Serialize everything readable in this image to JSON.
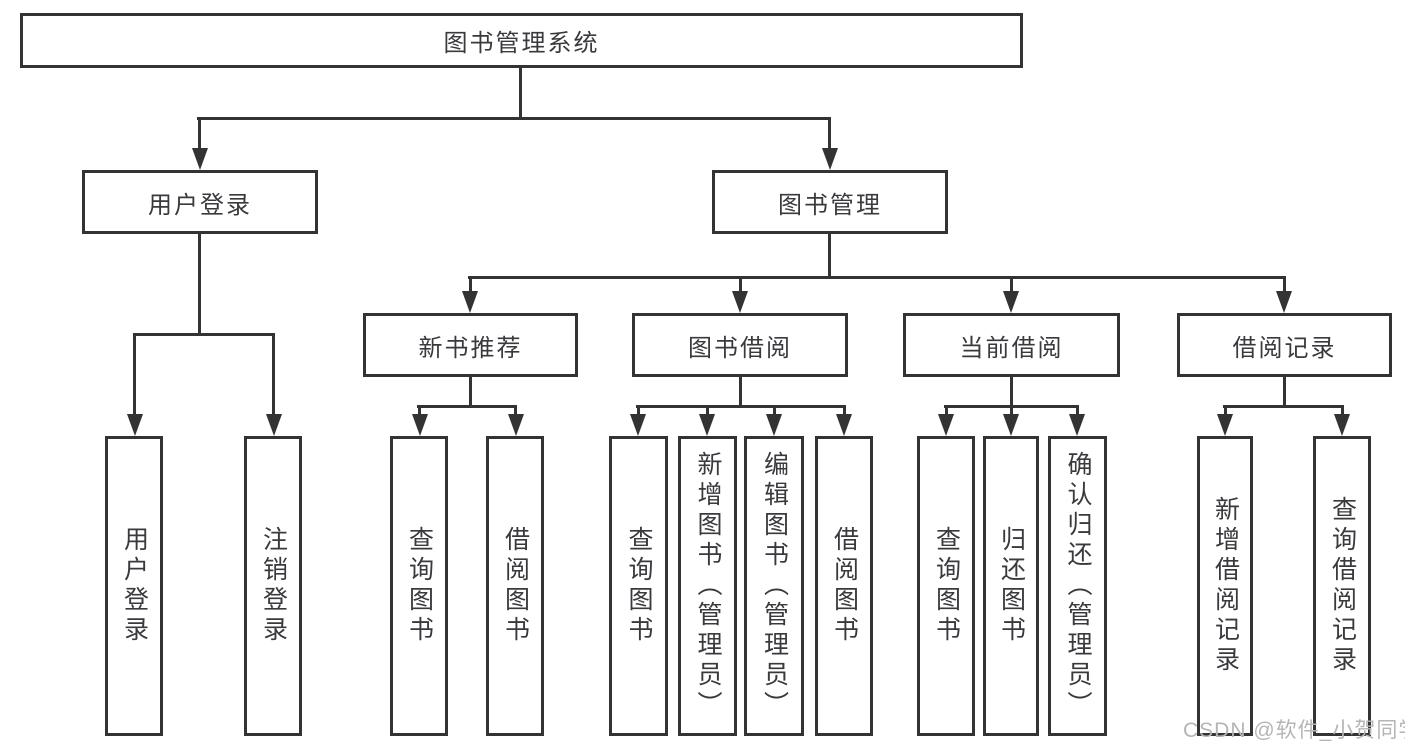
{
  "root": {
    "label": "图书管理系统"
  },
  "branches": {
    "user_login": {
      "label": "用户登录",
      "children": {
        "login": {
          "label": "用户登录"
        },
        "logout": {
          "label": "注销登录"
        }
      }
    },
    "book_mgmt": {
      "label": "图书管理",
      "sections": {
        "new_book_rec": {
          "label": "新书推荐",
          "children": {
            "query": {
              "label": "查询图书"
            },
            "borrow": {
              "label": "借阅图书"
            }
          }
        },
        "book_borrow": {
          "label": "图书借阅",
          "children": {
            "query": {
              "label": "查询图书"
            },
            "add": {
              "label": "新增图书（管理员）"
            },
            "edit": {
              "label": "编辑图书（管理员）"
            },
            "borrow": {
              "label": "借阅图书"
            }
          }
        },
        "current_borrow": {
          "label": "当前借阅",
          "children": {
            "query": {
              "label": "查询图书"
            },
            "return": {
              "label": "归还图书"
            },
            "confirm_return": {
              "label": "确认归还（管理员）"
            }
          }
        },
        "borrow_record": {
          "label": "借阅记录",
          "children": {
            "add_record": {
              "label": "新增借阅记录"
            },
            "query_record": {
              "label": "查询借阅记录"
            }
          }
        }
      }
    }
  },
  "colors": {
    "line": "#333333",
    "text": "#3a3a3e",
    "watermark": "#b5b5b5",
    "background": "#ffffff"
  },
  "watermark": {
    "text": "CSDN @软件_小贺同学"
  }
}
